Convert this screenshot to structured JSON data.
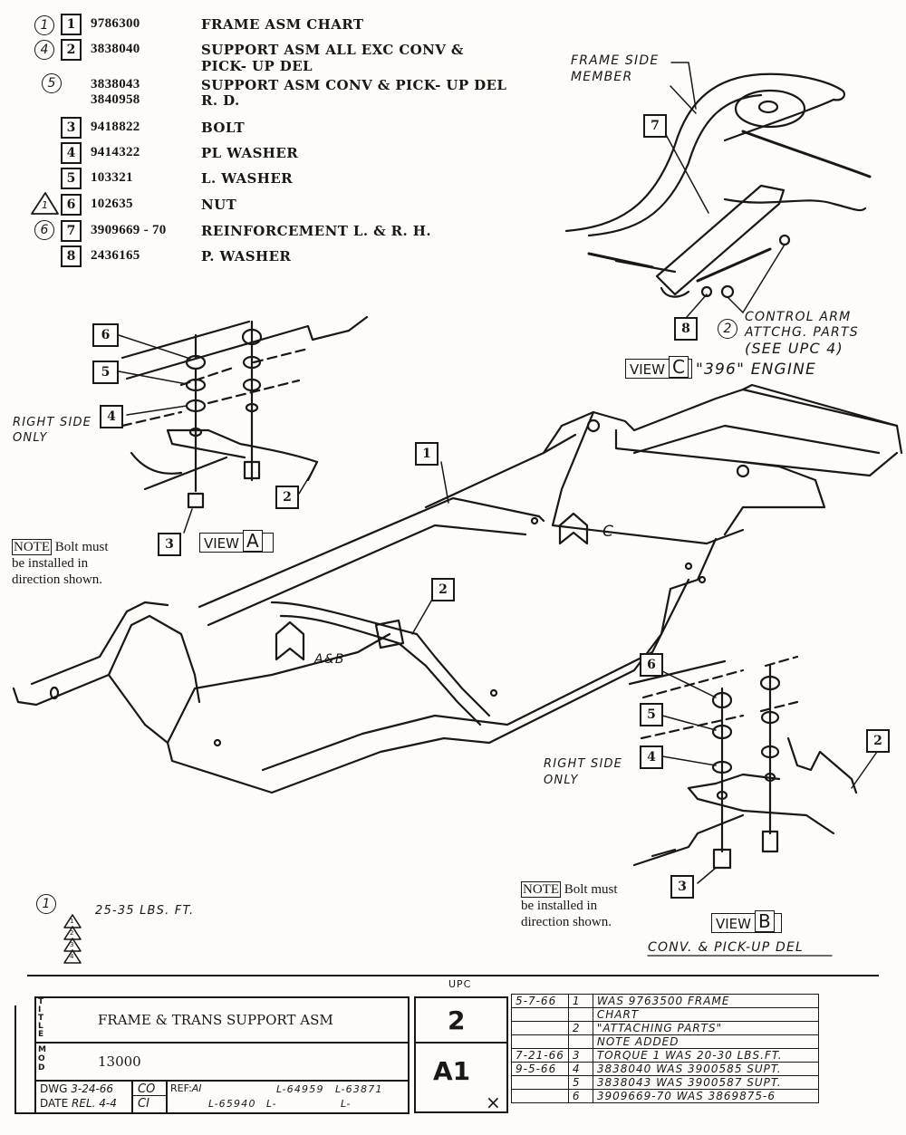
{
  "parts_list": [
    {
      "callout": "1",
      "callout_shape": "circle",
      "ref": "1",
      "part_numbers": [
        "9786300"
      ],
      "description": [
        "FRAME ASM CHART"
      ]
    },
    {
      "callout": "4",
      "callout_shape": "circle",
      "ref": "2",
      "part_numbers": [
        "3838040"
      ],
      "description": [
        "SUPPORT ASM ALL EXC CONV &",
        "PICK- UP DEL"
      ]
    },
    {
      "callout": "5",
      "callout_shape": "circle",
      "ref": "",
      "part_numbers": [
        "3838043",
        "3840958"
      ],
      "description": [
        "SUPPORT ASM CONV & PICK- UP DEL",
        "R. D."
      ]
    },
    {
      "callout": "",
      "callout_shape": "",
      "ref": "3",
      "part_numbers": [
        "9418822"
      ],
      "description": [
        "BOLT"
      ]
    },
    {
      "callout": "",
      "callout_shape": "",
      "ref": "4",
      "part_numbers": [
        "9414322"
      ],
      "description": [
        "PL WASHER"
      ]
    },
    {
      "callout": "",
      "callout_shape": "",
      "ref": "5",
      "part_numbers": [
        "103321"
      ],
      "description": [
        "L. WASHER"
      ]
    },
    {
      "callout": "1",
      "callout_shape": "triangle",
      "ref": "6",
      "part_numbers": [
        "102635"
      ],
      "description": [
        "NUT"
      ]
    },
    {
      "callout": "6",
      "callout_shape": "circle",
      "ref": "7",
      "part_numbers": [
        "3909669 - 70"
      ],
      "description": [
        "REINFORCEMENT L. & R. H."
      ]
    },
    {
      "callout": "",
      "callout_shape": "",
      "ref": "8",
      "part_numbers": [
        "2436165"
      ],
      "description": [
        "P. WASHER"
      ]
    }
  ],
  "view_c": {
    "frame_label": [
      "FRAME SIDE",
      "MEMBER"
    ],
    "ref_7": "7",
    "ref_8": "8",
    "callout_2": "2",
    "control_arm_label": [
      "CONTROL ARM",
      "ATTCHG. PARTS",
      "(SEE UPC 4)"
    ],
    "view_word": "VIEW",
    "view_letter": "C",
    "engine_label": "\"396\" ENGINE"
  },
  "view_a": {
    "refs": {
      "r6": "6",
      "r5": "5",
      "r4": "4",
      "r3": "3",
      "r2": "2"
    },
    "right_side_label": [
      "RIGHT SIDE",
      "ONLY"
    ],
    "note_tag": "NOTE",
    "note_text": [
      "Bolt must",
      "be installed in",
      "direction shown."
    ],
    "view_word": "VIEW",
    "view_letter": "A"
  },
  "main_frame": {
    "ref_1": "1",
    "ref_2": "2",
    "arrow_c_label": "C",
    "arrow_ab_label": "A&B"
  },
  "view_b": {
    "refs": {
      "r6": "6",
      "r5": "5",
      "r4": "4",
      "r3": "3",
      "r2": "2"
    },
    "right_side_label": [
      "RIGHT SIDE",
      "ONLY"
    ],
    "note_tag": "NOTE",
    "note_text": [
      "Bolt must",
      "be installed in",
      "direction shown."
    ],
    "view_word": "VIEW",
    "view_letter": "B",
    "subtitle": "CONV. & PICK-UP DEL"
  },
  "torque_note": {
    "callout": "1",
    "triangles": [
      "1",
      "2",
      "3",
      "4"
    ],
    "value": "25-35 LBS. FT."
  },
  "title_block": {
    "title_label": "TITLE",
    "title": "FRAME & TRANS SUPPORT ASM",
    "mod_label": "MOD",
    "mod": "13000",
    "dwg_label": "DWG",
    "dwg_date": "3-24-66",
    "date_label": "DATE",
    "rel_label": "REL. 4-4",
    "co": "CO",
    "ci": "CI",
    "ref_label": "REF:",
    "ref_value": "AI",
    "l_refs_row1": [
      "L-64959",
      "L-63871"
    ],
    "l_refs_row2": [
      "L-65940",
      "L-",
      "L-"
    ],
    "upc_label": "UPC",
    "upc": "2",
    "group": "A1",
    "revisions": [
      {
        "date": "5-7-66",
        "sym": "1",
        "text": "WAS 9763500 FRAME"
      },
      {
        "date": "",
        "sym": "",
        "text": "CHART"
      },
      {
        "date": "",
        "sym": "2",
        "text": "\"ATTACHING PARTS\""
      },
      {
        "date": "",
        "sym": "",
        "text": "NOTE ADDED"
      },
      {
        "date": "7-21-66",
        "sym": "3",
        "text": "TORQUE 1 WAS 20-30 LBS.FT."
      },
      {
        "date": "9-5-66",
        "sym": "4",
        "text": "3838040 WAS 3900585 SUPT."
      },
      {
        "date": "",
        "sym": "5",
        "text": "3838043 WAS 3900587 SUPT."
      },
      {
        "date": "",
        "sym": "6",
        "text": "3909669-70 WAS 3869875-6"
      }
    ]
  }
}
